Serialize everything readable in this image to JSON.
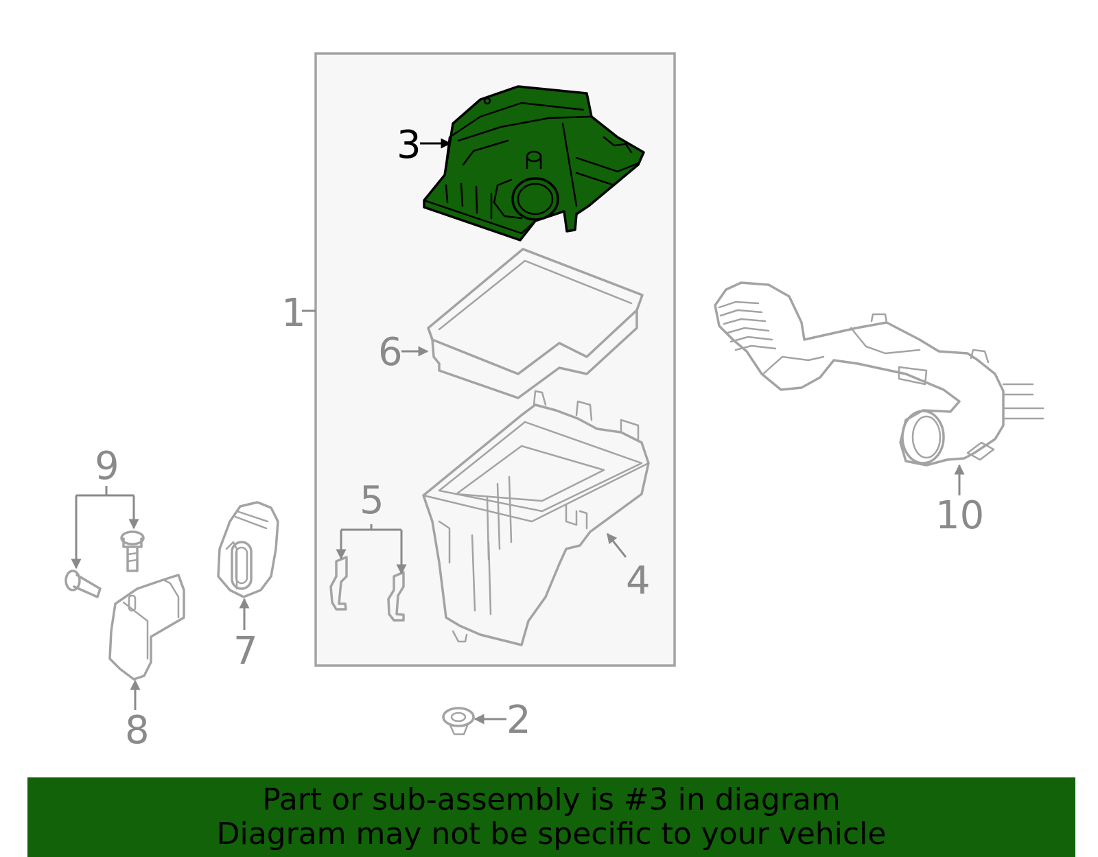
{
  "callouts": {
    "c1": "1",
    "c2": "2",
    "c3": "3",
    "c4": "4",
    "c5": "5",
    "c6": "6",
    "c7": "7",
    "c8": "8",
    "c9": "9",
    "c10": "10"
  },
  "highlighted_part": "3",
  "colors": {
    "highlight_fill": "#116208",
    "line": "#a3a3a3",
    "label": "#8a8a8a",
    "assembly_box_fill": "#f7f7f7",
    "banner_bg": "#116208"
  },
  "banner": {
    "line1": "Part or sub-assembly is #3 in diagram",
    "line2": "Diagram may not be specific to your vehicle"
  }
}
